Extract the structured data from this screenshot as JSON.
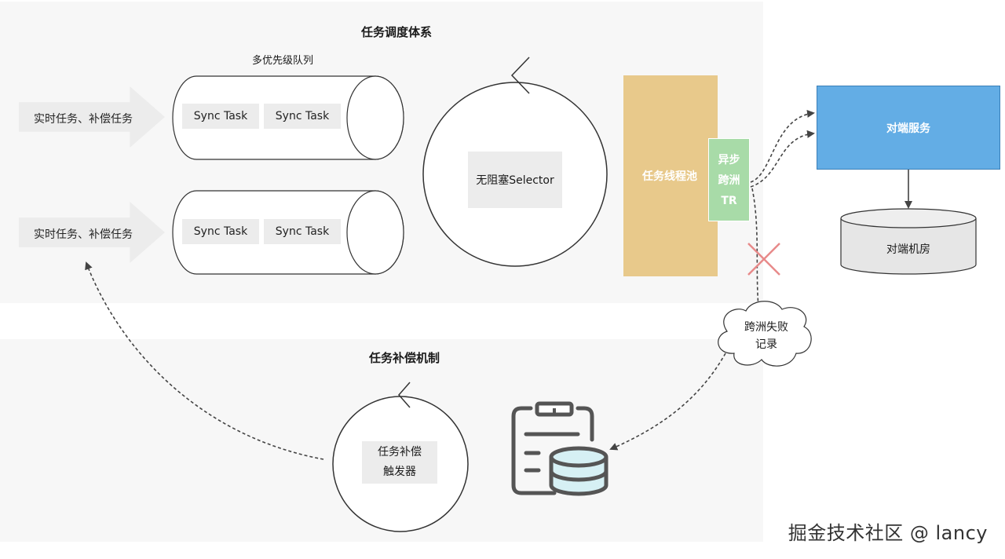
{
  "scheduling": {
    "title": "任务调度体系",
    "queue_label": "多优先级队列",
    "input_1": "实时任务、补偿任务",
    "input_2": "实时任务、补偿任务",
    "queue_1": [
      "Sync Task",
      "Sync Task"
    ],
    "queue_2": [
      "Sync Task",
      "Sync Task"
    ],
    "selector": "无阻塞Selector",
    "thread_pool": "任务线程池",
    "async_lines": [
      "异步",
      "跨洲",
      "TR"
    ],
    "peer_service": "对端服务",
    "peer_room": "对端机房"
  },
  "compensation": {
    "title": "任务补偿机制",
    "failure_record": [
      "跨洲失败",
      "记录"
    ],
    "trigger": [
      "任务补偿",
      "触发器"
    ]
  },
  "watermark": "掘金技术社区 @ lancy",
  "colors": {
    "thread_pool": "#e8c98b",
    "async_box": "#a8dba8",
    "peer_service": "#63ade5",
    "cross_mark": "#e88a8a",
    "db_fill": "#d6f0f4"
  }
}
